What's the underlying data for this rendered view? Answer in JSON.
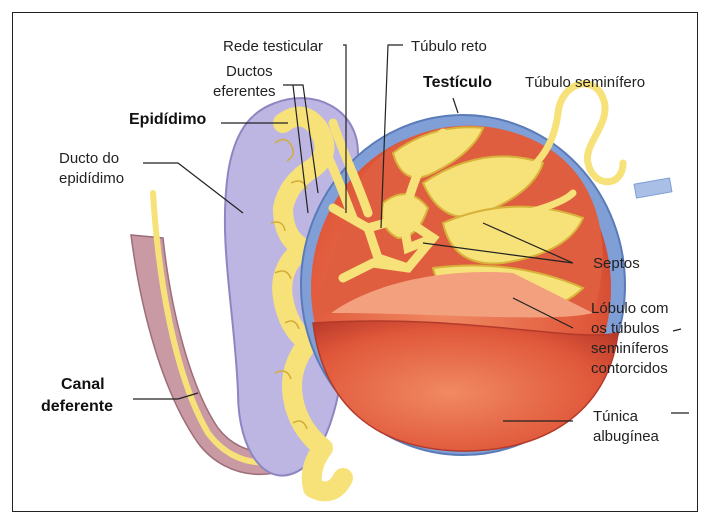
{
  "labels": {
    "rede_testicular": "Rede testicular",
    "tubulo_reto": "Túbulo reto",
    "ductos_eferentes_1": "Ductos",
    "ductos_eferentes_2": "eferentes",
    "testiculo": "Testículo",
    "tubulo_seminifero": "Túbulo seminífero",
    "epididimo": "Epidídimo",
    "ducto_epididimo_1": "Ducto do",
    "ducto_epididimo_2": "epidídimo",
    "septos": "Septos",
    "lobulo_1": "Lóbulo com",
    "lobulo_2": "os túbulos",
    "lobulo_3": "seminíferos",
    "lobulo_4": "contorcidos",
    "canal_deferente_1": "Canal",
    "canal_deferente_2": "deferente",
    "tunica_1": "Túnica",
    "tunica_2": "albugínea"
  },
  "colors": {
    "tubules": "#f7e27a",
    "tubule_outline": "#d9b23a",
    "testis_body": "#e2603f",
    "testis_dark": "#b9382a",
    "tunica_blue": "#7f9fd6",
    "epididymis_lilac": "#b9b3df",
    "vas_deferens": "#caa0a8"
  }
}
